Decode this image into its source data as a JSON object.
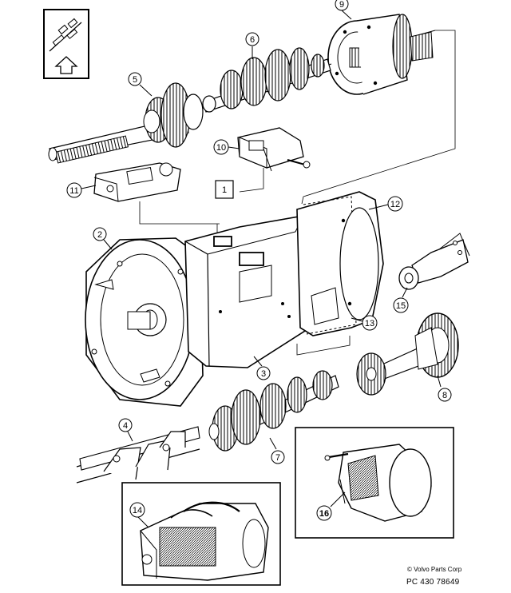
{
  "diagram": {
    "callouts": {
      "c1": "1",
      "c2": "2",
      "c3": "3",
      "c4": "4",
      "c5": "5",
      "c6": "6",
      "c7": "7",
      "c8": "8",
      "c9": "9",
      "c10": "10",
      "c11": "11",
      "c12": "12",
      "c13": "13",
      "c14": "14",
      "c15": "15",
      "c16": "16"
    },
    "credit": {
      "copyright": "© Volvo Parts Corp",
      "code": "PC 430 78649"
    }
  }
}
